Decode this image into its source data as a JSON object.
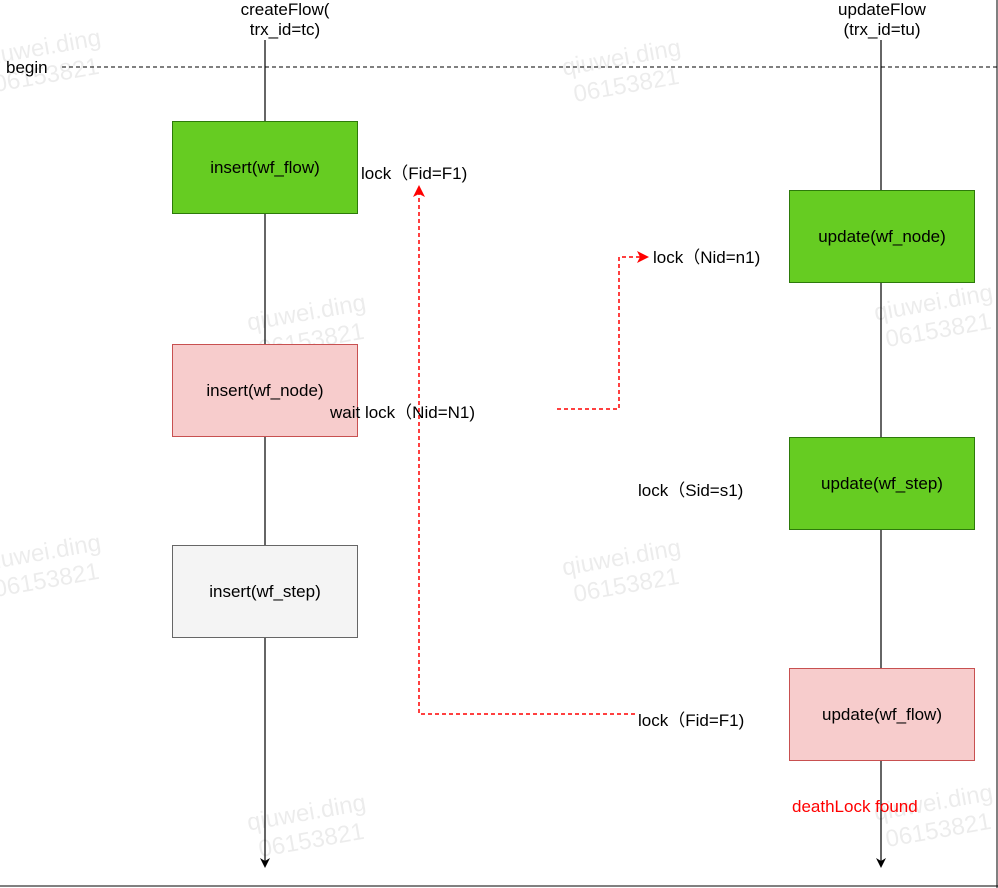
{
  "left_lane": {
    "title_line1": "createFlow(",
    "title_line2": "trx_id=tc)"
  },
  "right_lane": {
    "title_line1": "updateFlow",
    "title_line2": "(trx_id=tu)"
  },
  "begin_label": "begin",
  "boxes": {
    "insert_flow": "insert(wf_flow)",
    "insert_node": "insert(wf_node)",
    "insert_step": "insert(wf_step)",
    "update_node": "update(wf_node)",
    "update_step": "update(wf_step)",
    "update_flow": "update(wf_flow)"
  },
  "locks": {
    "fid_left": "lock（Fid=F1)",
    "nid": "lock（Nid=n1)",
    "wait_nid": "wait lock（Nid=N1)",
    "sid": "lock（Sid=s1)",
    "fid_right": "lock（Fid=F1)"
  },
  "deadlock_label": "deathLock found",
  "watermark": {
    "line1": "qiuwei.ding",
    "line2": "06153821"
  },
  "colors": {
    "lock_green": "#66cc22",
    "blocked_pink": "#f7cccc",
    "pending_gray": "#f4f4f4",
    "wait_arrow_red": "#ff0000"
  }
}
